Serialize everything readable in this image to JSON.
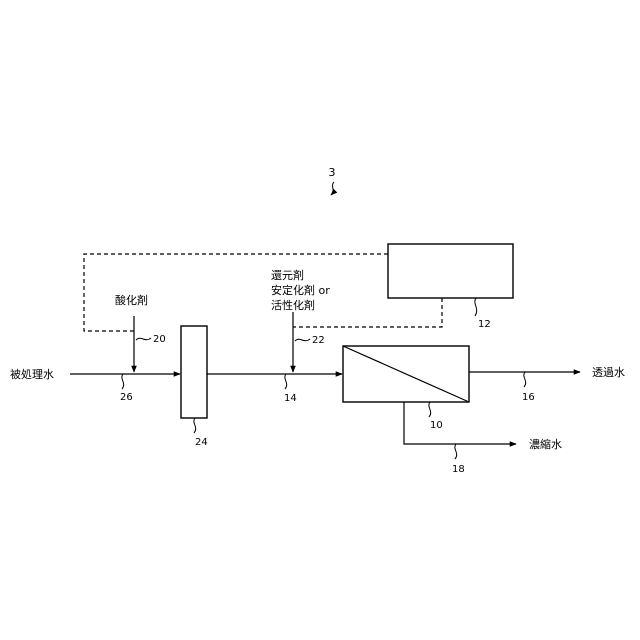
{
  "figure": {
    "number": "3"
  },
  "labels": {
    "feed_water": "被処理水",
    "oxidant": "酸化剤",
    "reducer_line1": "還元剤",
    "reducer_line2": "安定化剤 or",
    "reducer_line3": "活性化剤",
    "permeate": "透過水",
    "concentrate": "濃縮水"
  },
  "refs": {
    "membrane": "10",
    "controller": "12",
    "pipe_mid": "14",
    "permeate_pipe": "16",
    "concentrate_pipe": "18",
    "oxidant_line": "20",
    "reducer_line": "22",
    "pretreatment": "24",
    "feed_pipe": "26"
  }
}
